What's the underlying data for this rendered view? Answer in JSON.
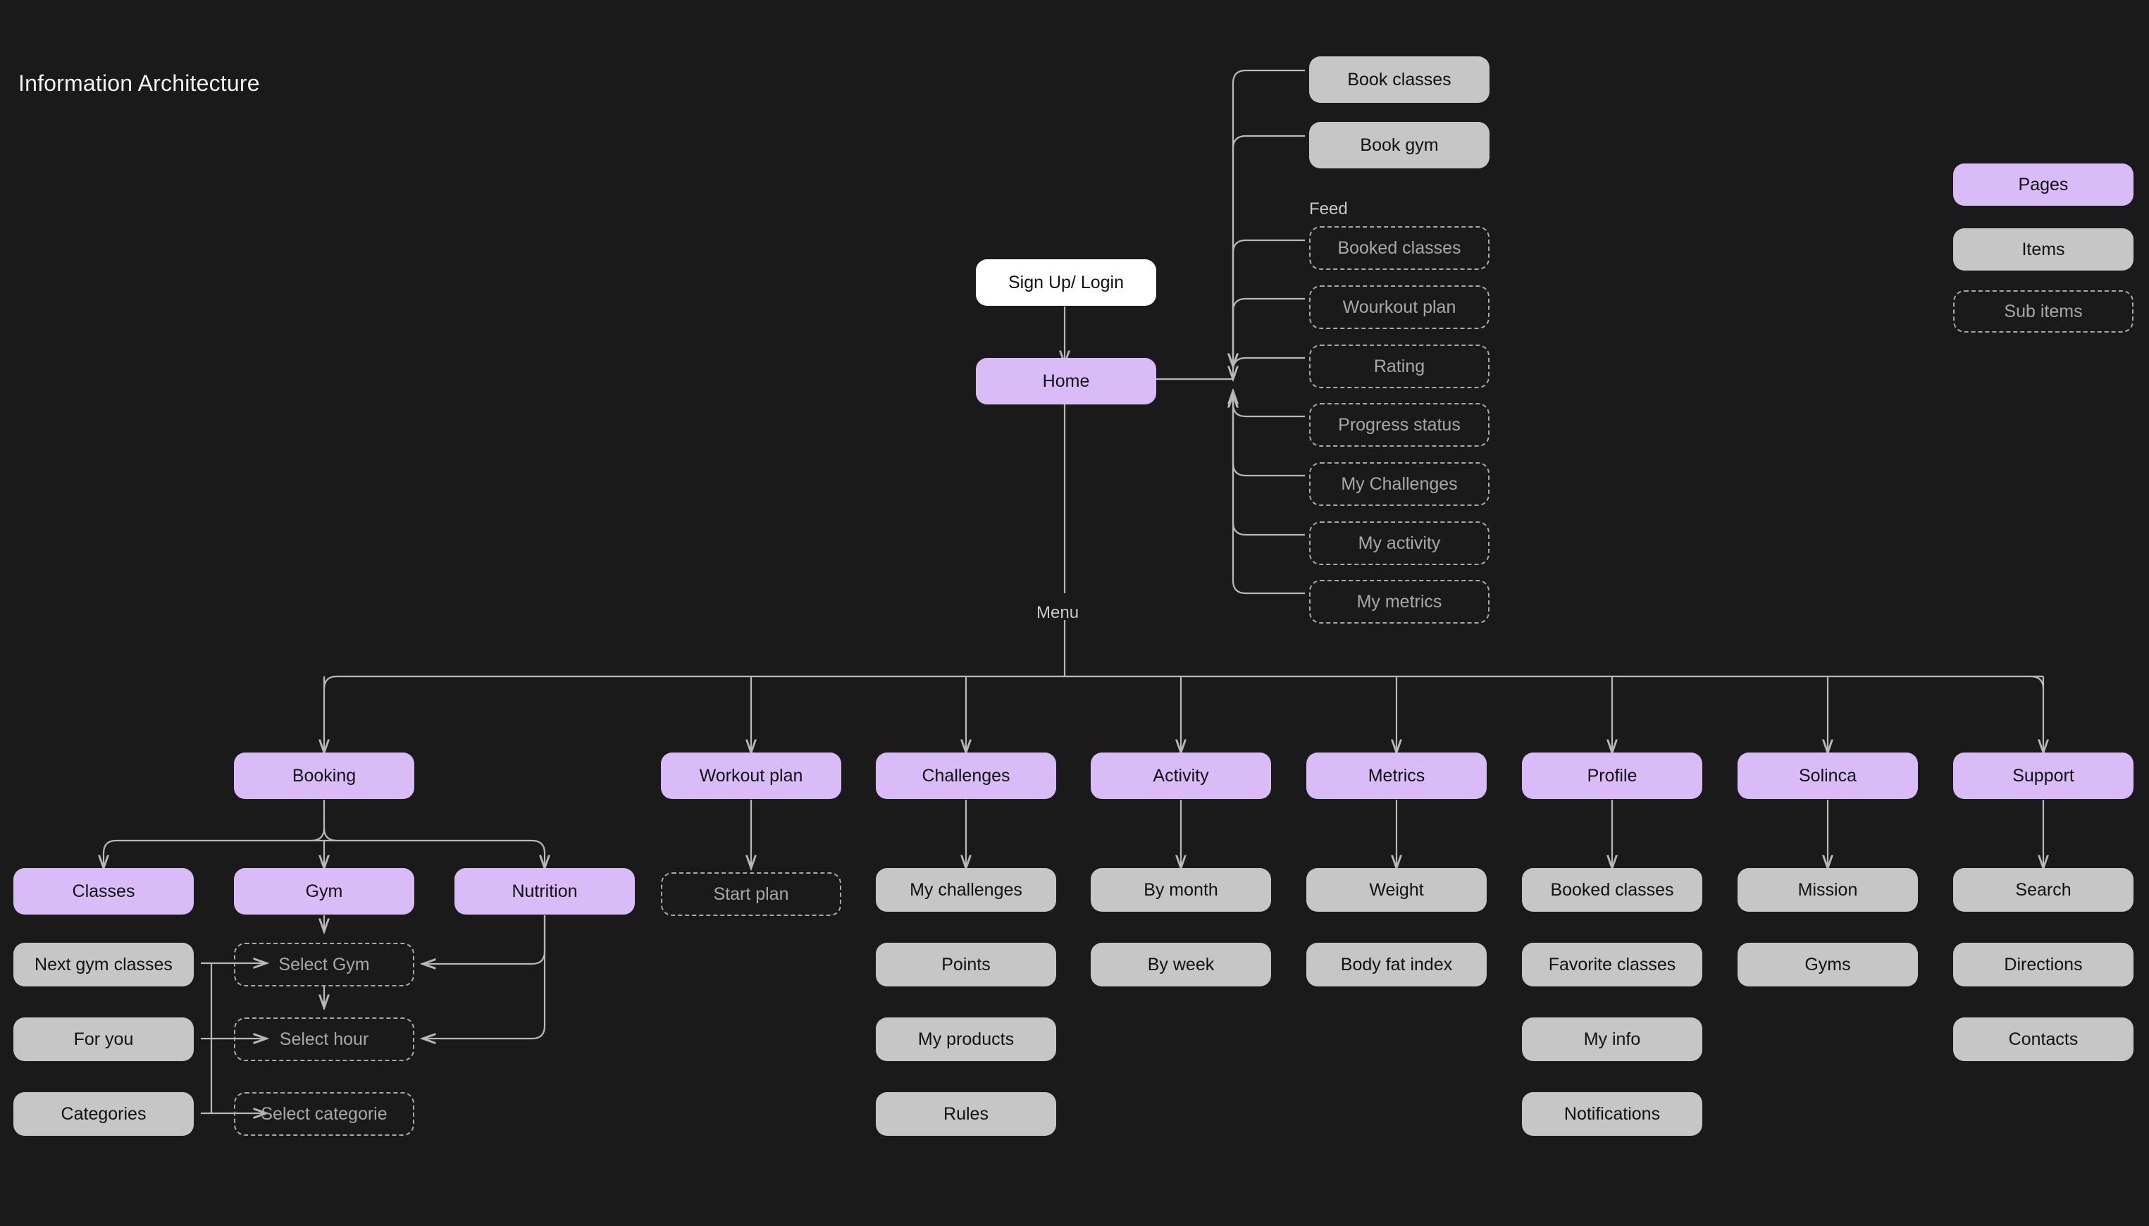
{
  "page": {
    "title": "Information Architecture",
    "background": "#1a1a1a",
    "colors": {
      "page_fill": "#d9bcf7",
      "item_fill": "#c6c6c6",
      "sub_border": "#a8a8a8",
      "entry_fill": "#ffffff",
      "connector": "#b8b8b8",
      "title_text": "#f2f2f2"
    }
  },
  "legend": {
    "entries": [
      {
        "label": "Pages",
        "type": "page"
      },
      {
        "label": "Items",
        "type": "item"
      },
      {
        "label": "Sub items",
        "type": "sub"
      }
    ]
  },
  "group_labels": {
    "feed": "Feed",
    "menu": "Menu"
  },
  "entry": {
    "signup_login": "Sign Up/ Login",
    "home": "Home"
  },
  "home_branch": {
    "items": [
      {
        "label": "Book classes",
        "type": "item"
      },
      {
        "label": "Book gym",
        "type": "item"
      }
    ],
    "feed_items": [
      {
        "label": "Booked classes",
        "type": "sub"
      },
      {
        "label": "Wourkout plan",
        "type": "sub"
      },
      {
        "label": "Rating",
        "type": "sub"
      },
      {
        "label": "Progress status",
        "type": "sub"
      },
      {
        "label": "My Challenges",
        "type": "sub"
      },
      {
        "label": "My activity",
        "type": "sub"
      },
      {
        "label": "My metrics",
        "type": "sub"
      }
    ]
  },
  "menu_columns": [
    {
      "page": "Booking",
      "subpages": [
        {
          "page": "Classes",
          "children": [
            {
              "label": "Next gym classes",
              "type": "item"
            },
            {
              "label": "For you",
              "type": "item"
            },
            {
              "label": "Categories",
              "type": "item"
            }
          ]
        },
        {
          "page": "Gym",
          "children": [
            {
              "label": "Select Gym",
              "type": "sub"
            },
            {
              "label": "Select hour",
              "type": "sub"
            },
            {
              "label": "Select categorie",
              "type": "sub"
            }
          ]
        },
        {
          "page": "Nutrition",
          "children": []
        }
      ]
    },
    {
      "page": "Workout plan",
      "children": [
        {
          "label": "Start plan",
          "type": "sub"
        }
      ]
    },
    {
      "page": "Challenges",
      "children": [
        {
          "label": "My challenges",
          "type": "item"
        },
        {
          "label": "Points",
          "type": "item"
        },
        {
          "label": "My products",
          "type": "item"
        },
        {
          "label": "Rules",
          "type": "item"
        }
      ]
    },
    {
      "page": "Activity",
      "children": [
        {
          "label": "By month",
          "type": "item"
        },
        {
          "label": "By week",
          "type": "item"
        }
      ]
    },
    {
      "page": "Metrics",
      "children": [
        {
          "label": "Weight",
          "type": "item"
        },
        {
          "label": "Body fat index",
          "type": "item"
        }
      ]
    },
    {
      "page": "Profile",
      "children": [
        {
          "label": "Booked classes",
          "type": "item"
        },
        {
          "label": "Favorite classes",
          "type": "item"
        },
        {
          "label": "My info",
          "type": "item"
        },
        {
          "label": "Notifications",
          "type": "item"
        }
      ]
    },
    {
      "page": "Solinca",
      "children": [
        {
          "label": "Mission",
          "type": "item"
        },
        {
          "label": "Gyms",
          "type": "item"
        }
      ]
    },
    {
      "page": "Support",
      "children": [
        {
          "label": "Search",
          "type": "item"
        },
        {
          "label": "Directions",
          "type": "item"
        },
        {
          "label": "Contacts",
          "type": "item"
        }
      ]
    }
  ]
}
